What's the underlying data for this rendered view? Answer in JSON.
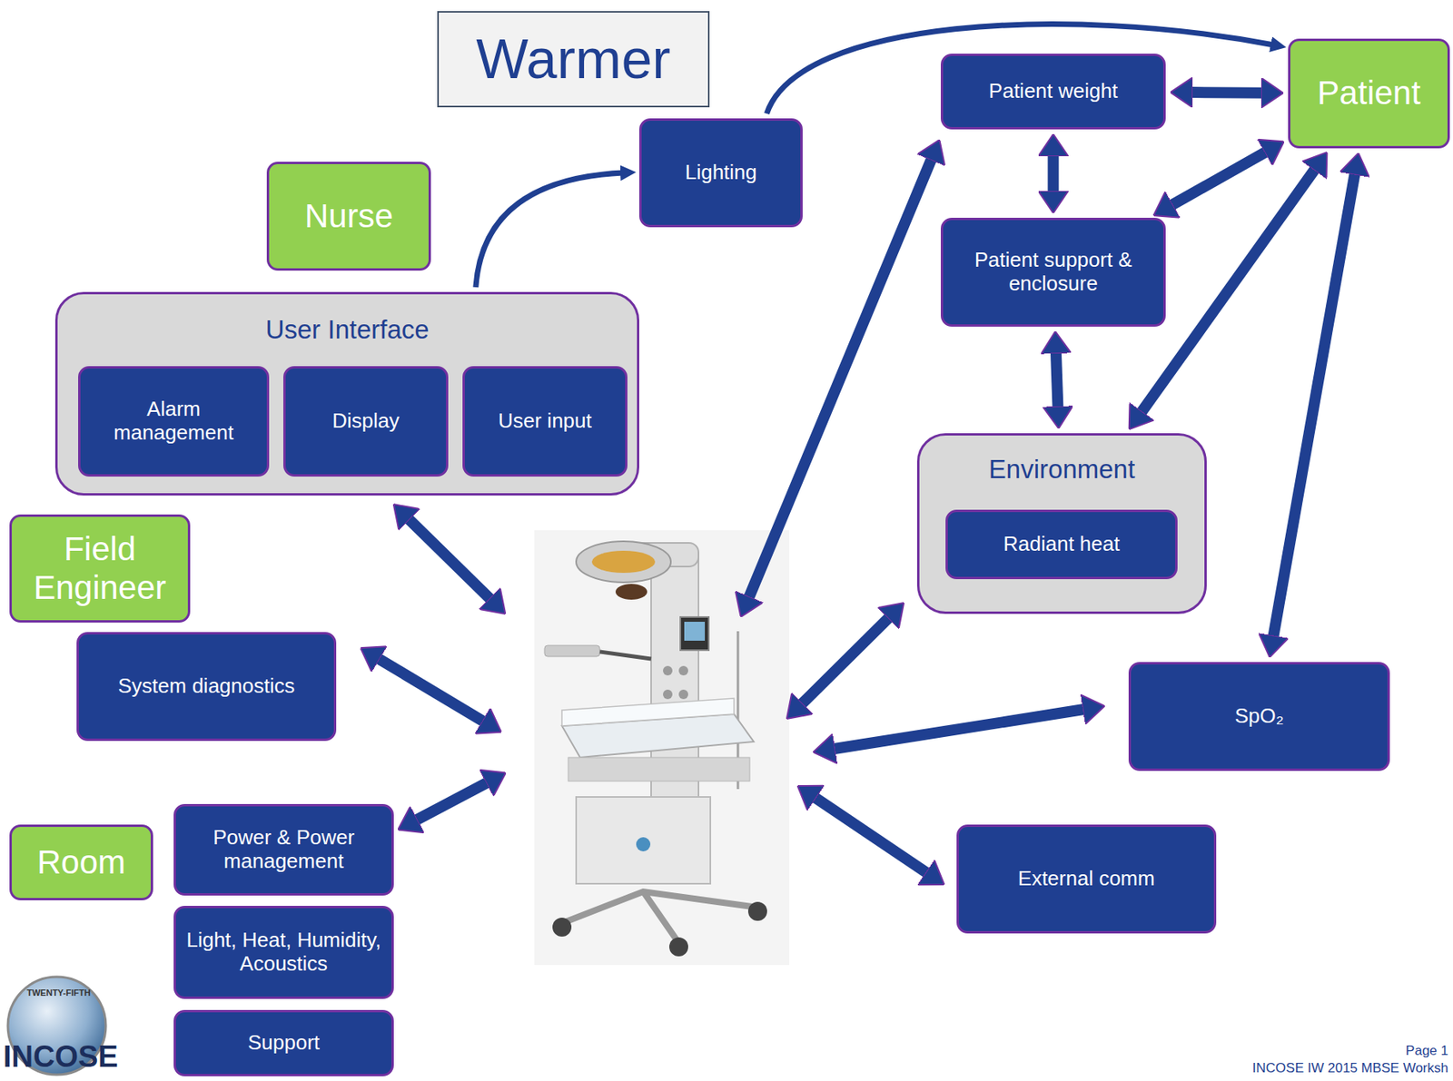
{
  "diagram": {
    "title": "Warmer",
    "nodes": [
      {
        "text": [
          "Nurse"
        ]
      },
      {
        "text": [
          "Lighting"
        ]
      },
      {
        "text": [
          "Patient weight"
        ]
      },
      {
        "text": [
          "Patient"
        ]
      },
      {
        "text": [
          "Patient support & enclosure"
        ]
      },
      {
        "text": [
          "User Interface"
        ]
      },
      {
        "text": [
          "Alarm management"
        ],
        "in": 5
      },
      {
        "text": [
          "Display"
        ],
        "in": 5
      },
      {
        "text": [
          "User input"
        ],
        "in": 5
      },
      {
        "text": [
          "Environment"
        ]
      },
      {
        "text": [
          "Radiant heat"
        ],
        "in": 9
      },
      {
        "text": [
          "Field Engineer"
        ]
      },
      {
        "text": [
          "System diagnostics"
        ]
      },
      {
        "text": [
          "SpO₂"
        ]
      },
      {
        "text": [
          "Room"
        ]
      },
      {
        "text": [
          "Power & Power management"
        ]
      },
      {
        "text": [
          "External comm"
        ]
      },
      {
        "text": [
          "Light, Heat, Humidity, Acoustics"
        ]
      },
      {
        "text": [
          "Support"
        ]
      }
    ],
    "edges": [
      {
        "from": 5,
        "to": 1,
        "arrow": "to"
      },
      {
        "from": 1,
        "to": 3,
        "arrow": "to"
      },
      {
        "from": 2,
        "to": 3,
        "arrow": "both"
      },
      {
        "from": 2,
        "to": 4,
        "arrow": "both"
      },
      {
        "from": 4,
        "to": 3,
        "arrow": "both"
      },
      {
        "from": 4,
        "to": 9,
        "arrow": "both"
      },
      {
        "from": 3,
        "to": 9,
        "arrow": "both"
      },
      {
        "from": 3,
        "to": 13,
        "arrow": "both"
      }
    ],
    "labels": [
      "TWENTY-FIFTH",
      "INCOSE",
      "Page 1",
      "INCOSE IW 2015 MBSE Worksh"
    ]
  }
}
